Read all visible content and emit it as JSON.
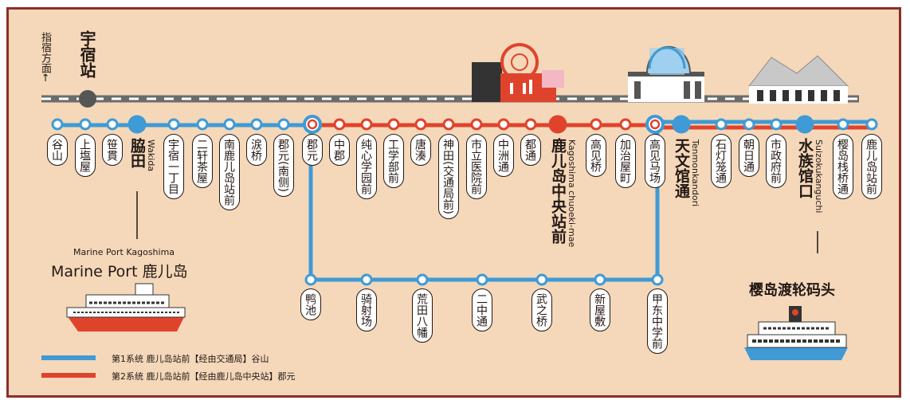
{
  "direction": {
    "label": "指宿方面←",
    "station": "宇宿站"
  },
  "stations_top_row": [
    {
      "name": "谷山",
      "line": "blue"
    },
    {
      "name": "上塩屋",
      "line": "blue"
    },
    {
      "name": "笹貫",
      "line": "blue"
    },
    {
      "name": "脇田",
      "line": "blue",
      "major": true,
      "romaji": "Wakida"
    },
    {
      "name": "宇宿一丁目",
      "line": "blue"
    },
    {
      "name": "二轩茶屋",
      "line": "blue"
    },
    {
      "name": "南鹿儿岛站前",
      "line": "blue"
    },
    {
      "name": "涙桥",
      "line": "blue"
    },
    {
      "name": "郡元(南侧)",
      "line": "blue"
    },
    {
      "name": "郡元",
      "line": "both"
    },
    {
      "name": "中郡",
      "line": "red"
    },
    {
      "name": "纯心学园前",
      "line": "red"
    },
    {
      "name": "工学部前",
      "line": "red"
    },
    {
      "name": "唐湊",
      "line": "red"
    },
    {
      "name": "神田(交通局前)",
      "line": "red"
    },
    {
      "name": "市立医院前",
      "line": "red"
    },
    {
      "name": "中洲通",
      "line": "red"
    },
    {
      "name": "都通",
      "line": "red"
    },
    {
      "name": "鹿儿岛中央站前",
      "line": "red",
      "major": true,
      "romaji": "Kagoshima chuoeki-mae"
    },
    {
      "name": "高见桥",
      "line": "red"
    },
    {
      "name": "加治屋町",
      "line": "red"
    },
    {
      "name": "高见马场",
      "line": "both"
    },
    {
      "name": "天文馆通",
      "line": "both",
      "major": true,
      "romaji": "Tenmonkandori"
    },
    {
      "name": "石灯笼通",
      "line": "both"
    },
    {
      "name": "朝日通",
      "line": "both"
    },
    {
      "name": "市政府前",
      "line": "both"
    },
    {
      "name": "水族馆口",
      "line": "both",
      "major": true,
      "romaji": "Suizokukanguchi"
    },
    {
      "name": "樱岛栈桥通",
      "line": "both"
    },
    {
      "name": "鹿儿岛站前",
      "line": "both"
    }
  ],
  "stations_bottom_row": [
    {
      "name": "鸭池"
    },
    {
      "name": "骑射场"
    },
    {
      "name": "荒田八幡"
    },
    {
      "name": "二中通"
    },
    {
      "name": "武之桥"
    },
    {
      "name": "新屋敷"
    },
    {
      "name": "甲东中学前"
    }
  ],
  "marine_port": {
    "small": "Marine Port Kagoshima",
    "big": "Marine Port 鹿儿岛"
  },
  "ferry_terminal": "樱岛渡轮码头",
  "legend": [
    {
      "color": "#3f9ad6",
      "label": "第1系统 鹿儿岛站前【经由交通局】谷山"
    },
    {
      "color": "#e0432c",
      "label": "第2系统 鹿儿岛站前【经由鹿儿岛中央站】郡元"
    }
  ],
  "colors": {
    "blue": "#3f9ad6",
    "red": "#e0432c",
    "background": "#f4d8b9",
    "border": "#8c2e2a",
    "jr_line": "#6b6b6b"
  },
  "icons": [
    "ferris-wheel-icon",
    "station-building-icon",
    "dome-building-icon",
    "aquarium-building-icon",
    "ship-icon",
    "ferry-icon"
  ]
}
